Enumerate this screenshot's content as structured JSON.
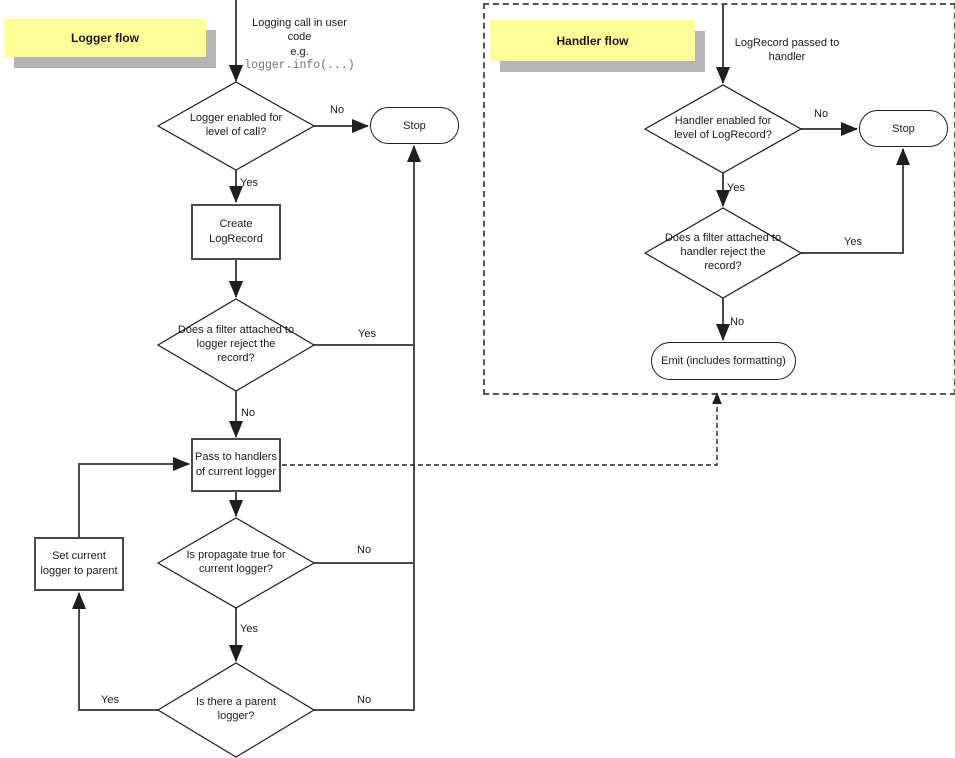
{
  "diagram": {
    "logger_flow": {
      "title": "Logger flow",
      "entry": {
        "line1": "Logging call in user",
        "line2": "code",
        "line3": "e.g.",
        "code": "logger.info(...)"
      },
      "nodes": {
        "enabled_q": "Logger enabled for level of call?",
        "stop": "Stop",
        "create": "Create LogRecord",
        "filter_q": "Does a filter attached to logger reject the record?",
        "pass": "Pass to handlers of current logger",
        "propagate_q": "Is propagate true for current logger?",
        "set_parent": "Set current logger to parent",
        "parent_q": "Is there a parent logger?"
      }
    },
    "handler_flow": {
      "title": "Handler flow",
      "entry": {
        "line1": "LogRecord passed to",
        "line2": "handler"
      },
      "nodes": {
        "enabled_q": "Handler enabled for level of LogRecord?",
        "stop": "Stop",
        "filter_q": "Does a filter attached to handler reject the record?",
        "emit": "Emit (includes formatting)"
      }
    },
    "labels": {
      "yes": "Yes",
      "no": "No"
    }
  },
  "colors": {
    "background": "#ffffff",
    "badge_yellow": "#ffff99",
    "badge_shadow": "#b5b5b5",
    "connector": "#4a4a4a",
    "shape_stroke": "#1f1f1f",
    "text": "#1a1a1a",
    "code_text": "#737373"
  }
}
